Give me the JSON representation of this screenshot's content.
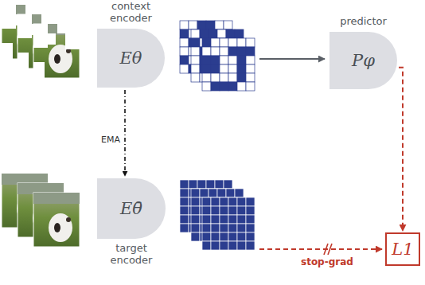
{
  "diagram": {
    "nodes": [
      {
        "text": [
          "context encoder",
          "Eθ"
        ]
      },
      {
        "text": [
          "predictor",
          "Pφ"
        ]
      },
      {
        "text": [
          "Eθ̄",
          "target encoder"
        ]
      },
      {
        "text": [
          "L1"
        ]
      }
    ],
    "edges": [
      {
        "from": 0,
        "to": 2,
        "arrow": "to",
        "label": "EMA"
      },
      {
        "from": 1,
        "to": 3,
        "arrow": "to"
      }
    ],
    "labels": [
      "stop-grad"
    ]
  }
}
